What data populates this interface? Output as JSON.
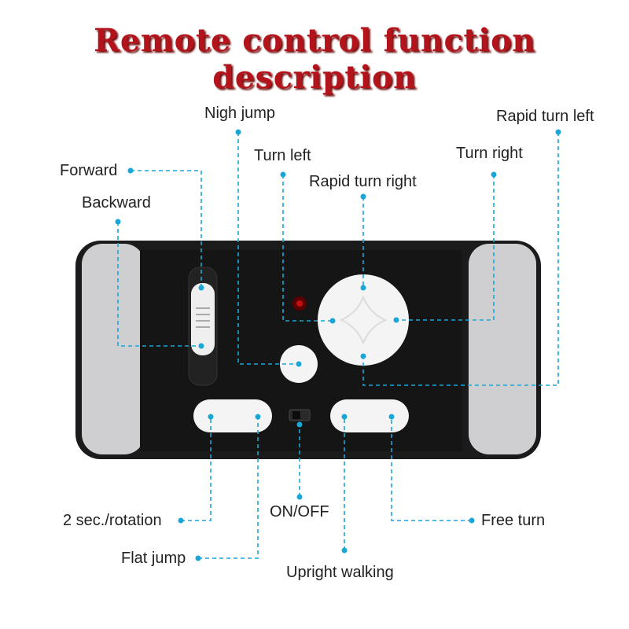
{
  "title": "Remote control function description",
  "labels": {
    "nigh_jump": "Nigh jump",
    "rapid_turn_left": "Rapid turn left",
    "forward": "Forward",
    "turn_left": "Turn left",
    "turn_right": "Turn right",
    "rapid_turn_right": "Rapid turn right",
    "backward": "Backward",
    "two_sec_rotation": "2 sec./rotation",
    "on_off": "ON/OFF",
    "free_turn": "Free turn",
    "flat_jump": "Flat jump",
    "upright_walking": "Upright walking"
  },
  "colors": {
    "title": "#b3141c",
    "leader": "#1aa6d6",
    "remote_body": "#1b1b1b",
    "remote_panel": "#cfcfd1",
    "button": "#f4f4f4"
  }
}
